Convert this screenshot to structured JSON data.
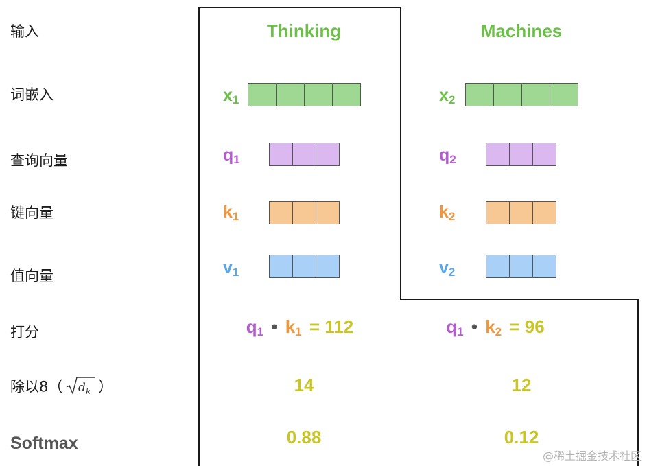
{
  "row_labels": {
    "input": "输入",
    "embedding": "词嵌入",
    "query": "查询向量",
    "key": "键向量",
    "value": "值向量",
    "score": "打分",
    "divide_prefix": "除以8（",
    "divide_suffix": "）",
    "divide_formula": "d",
    "divide_formula_sub": "k",
    "softmax": "Softmax"
  },
  "columns": [
    {
      "word": "Thinking",
      "x_label": "x",
      "x_sub": "1",
      "q_label": "q",
      "q_sub": "1",
      "k_label": "k",
      "k_sub": "1",
      "v_label": "v",
      "v_sub": "1",
      "score_q": "q",
      "score_q_sub": "1",
      "score_dot": "•",
      "score_k": "k",
      "score_k_sub": "1",
      "score_eq": "=",
      "score": "112",
      "divided": "14",
      "softmax": "0.88"
    },
    {
      "word": "Machines",
      "x_label": "x",
      "x_sub": "2",
      "q_label": "q",
      "q_sub": "2",
      "k_label": "k",
      "k_sub": "2",
      "v_label": "v",
      "v_sub": "2",
      "score_q": "q",
      "score_q_sub": "1",
      "score_dot": "•",
      "score_k": "k",
      "score_k_sub": "2",
      "score_eq": "=",
      "score": "96",
      "divided": "12",
      "softmax": "0.12"
    }
  ],
  "watermark": "@稀土掘金技术社区",
  "colors": {
    "word": "#6cc04a",
    "x": "#6cc04a",
    "q": "#b45ccf",
    "k": "#f0963c",
    "v": "#5aa8e8",
    "number": "#c9c428",
    "dot": "#555555",
    "x_fill": "#9fd893",
    "q_fill": "#dcb8f0",
    "k_fill": "#f7c894",
    "v_fill": "#a9d1f7"
  }
}
